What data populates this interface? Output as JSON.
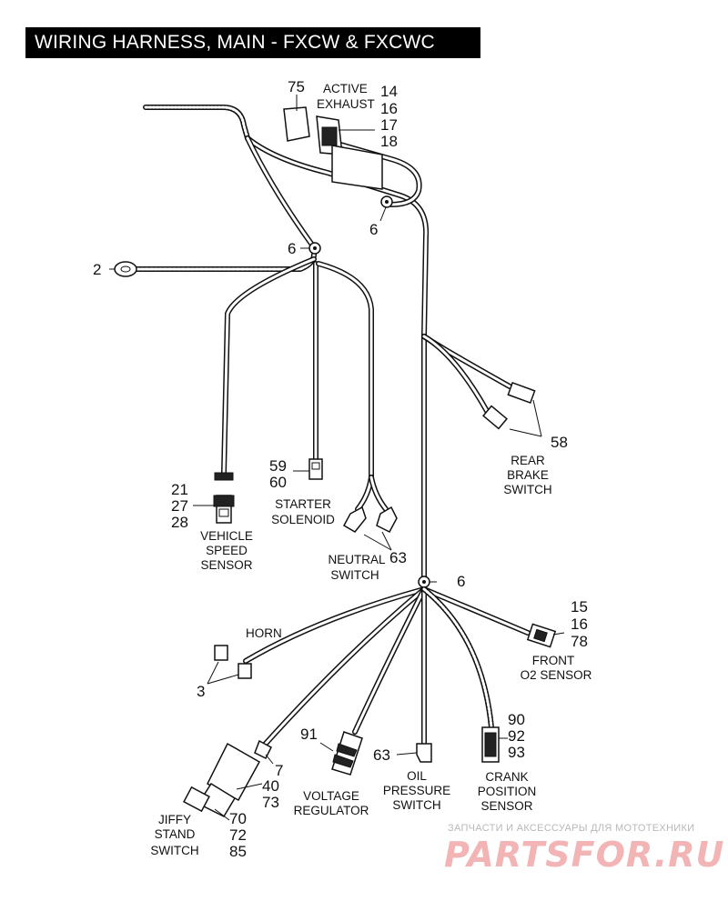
{
  "title": "WIRING HARNESS, MAIN - FXCW & FXCWC",
  "callouts": {
    "n75": "75",
    "n14": "14",
    "n16a": "16",
    "n17": "17",
    "n18": "18",
    "n6a": "6",
    "n6b": "6",
    "n6c": "6",
    "n2": "2",
    "n59": "59",
    "n60": "60",
    "n21": "21",
    "n27": "27",
    "n28": "28",
    "n58": "58",
    "n63a": "63",
    "n15": "15",
    "n16b": "16",
    "n78": "78",
    "n3": "3",
    "n7": "7",
    "n40": "40",
    "n73": "73",
    "n70": "70",
    "n72": "72",
    "n85": "85",
    "n91": "91",
    "n63b": "63",
    "n90": "90",
    "n92": "92",
    "n93": "93"
  },
  "labels": {
    "active_exhaust_1": "ACTIVE",
    "active_exhaust_2": "EXHAUST",
    "rear_brake_1": "REAR",
    "rear_brake_2": "BRAKE",
    "rear_brake_3": "SWITCH",
    "starter_1": "STARTER",
    "starter_2": "SOLENOID",
    "vss_1": "VEHICLE",
    "vss_2": "SPEED",
    "vss_3": "SENSOR",
    "neutral_1": "NEUTRAL",
    "neutral_2": "SWITCH",
    "horn": "HORN",
    "front_o2_1": "FRONT",
    "front_o2_2": "O2 SENSOR",
    "voltage_1": "VOLTAGE",
    "voltage_2": "REGULATOR",
    "oil_1": "OIL",
    "oil_2": "PRESSURE",
    "oil_3": "SWITCH",
    "crank_1": "CRANK",
    "crank_2": "POSITION",
    "crank_3": "SENSOR",
    "jiffy_1": "JIFFY",
    "jiffy_2": "STAND",
    "jiffy_3": "SWITCH"
  },
  "watermark": {
    "tagline": "ЗАПЧАСТИ И АКСЕССУАРЫ ДЛЯ МОТОТЕХНИКИ",
    "logo": "PARTSFOR.RU"
  }
}
